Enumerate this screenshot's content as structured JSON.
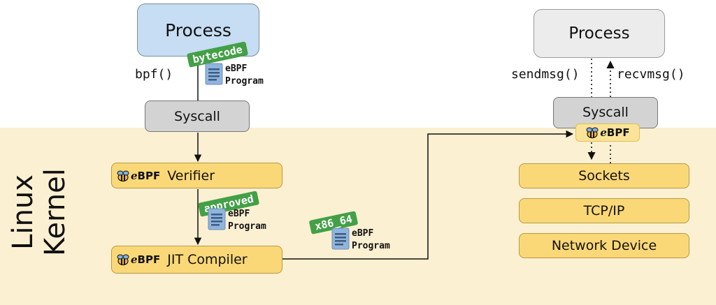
{
  "process_left": "Process",
  "process_right": "Process",
  "syscall_left": "Syscall",
  "syscall_right": "Syscall",
  "bpf_call": "bpf()",
  "sendmsg_call": "sendmsg()",
  "recvmsg_call": "recvmsg()",
  "tags": {
    "bytecode": "bytecode",
    "approved": "approved",
    "arch": "x86_64"
  },
  "program_label": {
    "line1": "eBPF",
    "line2": "Program"
  },
  "ebpf_logo": {
    "e": "e",
    "bpf": "BPF"
  },
  "verifier": "Verifier",
  "jit_compiler": "JIT Compiler",
  "kernel_label": {
    "line1": "Linux",
    "line2": "Kernel"
  },
  "stack": {
    "sockets": "Sockets",
    "tcpip": "TCP/IP",
    "network_device": "Network Device"
  },
  "colors": {
    "process_left": "#c6ddf3",
    "kernel_area": "#fcf0d2",
    "kernel_box": "#fbd877",
    "syscall": "#d3d3d3",
    "tag_green": "#43a047"
  }
}
